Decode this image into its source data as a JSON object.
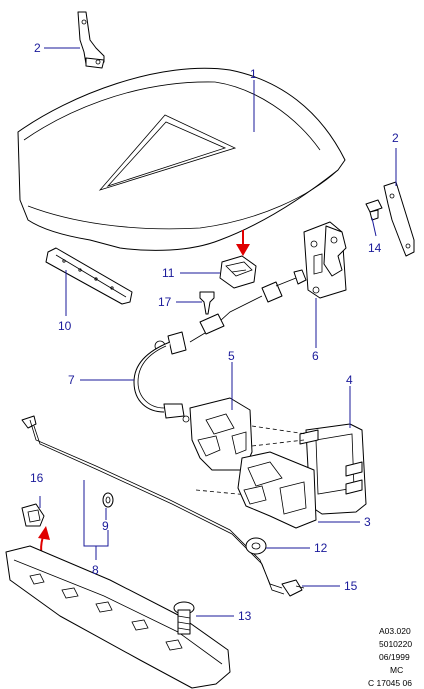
{
  "callouts": {
    "c1": "1",
    "c2a": "2",
    "c2b": "2",
    "c3": "3",
    "c4": "4",
    "c5": "5",
    "c6": "6",
    "c7": "7",
    "c8": "8",
    "c9": "9",
    "c10": "10",
    "c11": "11",
    "c12": "12",
    "c13": "13",
    "c14": "14",
    "c15": "15",
    "c16": "16",
    "c17": "17"
  },
  "reference": {
    "line1": "A03.020",
    "line2": "5010220",
    "line3": "06/1999",
    "line4": "MC",
    "line5": "C 17045 06"
  },
  "colors": {
    "callout": "#1a1a9a",
    "arrow": "#e00000",
    "ink": "#000000"
  }
}
